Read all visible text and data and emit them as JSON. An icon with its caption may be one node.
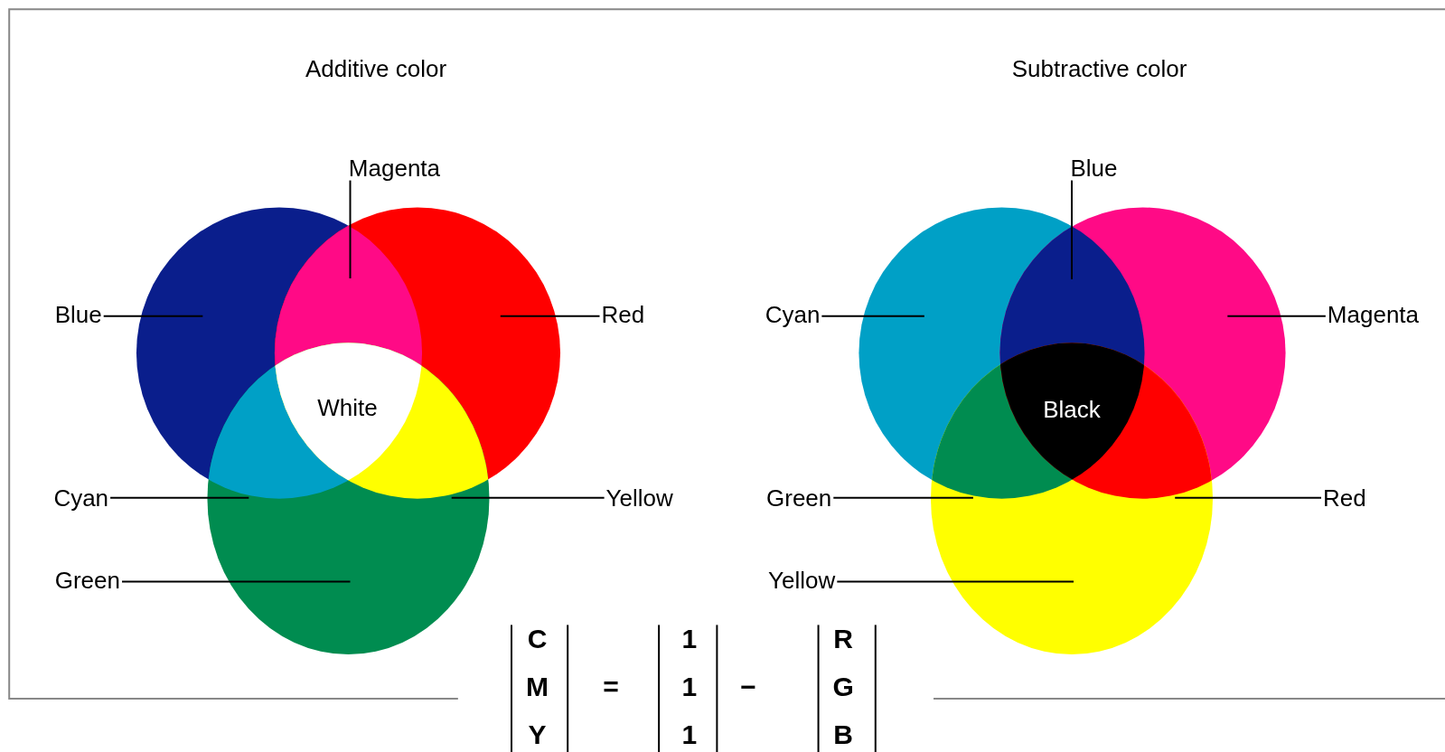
{
  "diagram": {
    "nodes": [
      {
        "text": [
          "Magenta"
        ]
      },
      {
        "text": [
          "Blue"
        ]
      },
      {
        "text": [
          "Red"
        ]
      },
      {
        "text": [
          "Cyan"
        ]
      },
      {
        "text": [
          "Yellow"
        ]
      },
      {
        "text": [
          "Green"
        ]
      },
      {
        "text": [],
        "shape": "picture"
      },
      {
        "text": [
          "Blue"
        ]
      },
      {
        "text": [
          "Cyan"
        ]
      },
      {
        "text": [
          "Magenta"
        ]
      },
      {
        "text": [
          "Green"
        ]
      },
      {
        "text": [
          "Red"
        ]
      },
      {
        "text": [
          "Yellow"
        ]
      },
      {
        "text": [],
        "shape": "picture"
      }
    ],
    "edges": [
      {
        "from": 0,
        "to": 6,
        "arrow": "none"
      },
      {
        "from": 1,
        "to": 6,
        "arrow": "none"
      },
      {
        "from": 2,
        "to": 6,
        "arrow": "none"
      },
      {
        "from": 3,
        "to": 6,
        "arrow": "none"
      },
      {
        "from": 4,
        "to": 6,
        "arrow": "none"
      },
      {
        "from": 5,
        "to": 6,
        "arrow": "none"
      },
      {
        "from": 7,
        "to": 13,
        "arrow": "none"
      },
      {
        "from": 8,
        "to": 13,
        "arrow": "none"
      },
      {
        "from": 9,
        "to": 13,
        "arrow": "none"
      },
      {
        "from": 10,
        "to": 13,
        "arrow": "none"
      },
      {
        "from": 11,
        "to": 13,
        "arrow": "none"
      },
      {
        "from": 12,
        "to": 13,
        "arrow": "none"
      }
    ],
    "labels": [
      "Additive color",
      "Subtractive color",
      "White",
      "Black",
      "C",
      "1",
      "R",
      "M",
      "=",
      "1",
      "−",
      "G",
      "Y",
      "1",
      "B"
    ]
  }
}
